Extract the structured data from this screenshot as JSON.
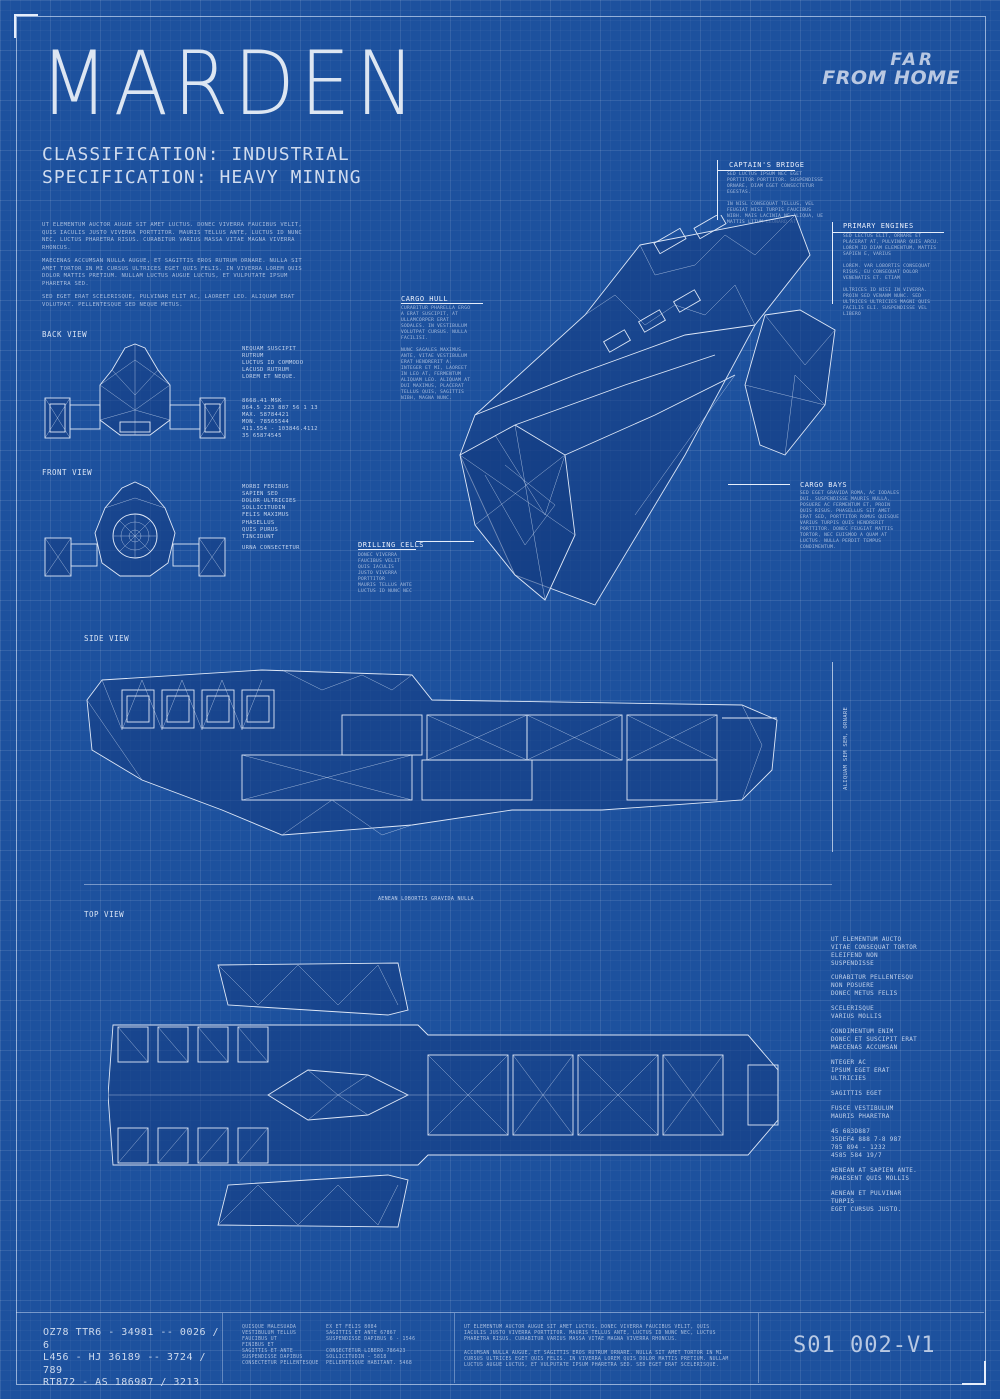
{
  "header": {
    "title": "MARDEN",
    "classification": "CLASSIFICATION: INDUSTRIAL",
    "specification": "SPECIFICATION: HEAVY MINING"
  },
  "logo": {
    "line1": "FAR",
    "line2": "FROM HOME"
  },
  "intro": {
    "p1": "UT ELEMENTUM AUCTOR AUGUE SIT AMET LUCTUS. DONEC VIVERRA FAUCIBUS VELIT, QUIS IACULIS JUSTO VIVERRA PORTTITOR. MAURIS TELLUS ANTE, LUCTUS ID NUNC NEC, LUCTUS PHARETRA RISUS. CURABITUR VARIUS MASSA VITAE MAGNA VIVERRA RHONCUS.",
    "p2": "MAECENAS ACCUMSAN NULLA AUGUE, ET SAGITTIS EROS RUTRUM ORNARE. NULLA SIT AMET TORTOR IN MI CURSUS ULTRICES EGET QUIS FELIS. IN VIVERRA LOREM QUIS DOLOR MATTIS PRETIUM. NULLAM LUCTUS AUGUE LUCTUS, ET VULPUTATE IPSUM PHARETRA SED.",
    "p3": "SED EGET ERAT SCELERISQUE, PULVINAR ELIT AC, LAOREET LEO. ALIQUAM ERAT VOLUTPAT. PELLENTESQUE SED NEQUE METUS."
  },
  "views": {
    "back": "BACK VIEW",
    "front": "FRONT VIEW",
    "side": "SIDE VIEW",
    "top": "TOP VIEW"
  },
  "back_notes": {
    "a": "NEQUAM SUSCIPIT\nRUTRUM\nLUCTUS ID COMMODO\nLACUSD RUTRUM\nLOREM ET NEQUE.",
    "b": "8668.41 MSK\n864.5 223 887 56 1 13\nMAX. 58784421\nMON. 78565544\n411.554 - 103846.4112\n35 65874545"
  },
  "front_notes": {
    "a": "MORBI FERIBUS\nSAPIEN SED\nDOLOR ULTRICIES\nSOLLICITUDIN\nFELIS MAXIMUS",
    "b": "PHASELLUS\nQUIS PURUS\nTINCIDUNT",
    "c": "URNA CONSECTETUR"
  },
  "callouts": {
    "bridge": {
      "label": "CAPTAIN'S BRIDGE",
      "text": "SED LUCTUS IPSUM NEC EGET PORTTITOR PORTTITOR. SUSPENDISSE ORNARE, DIAM EGET CONSECTETUR EGESTAS.\n\nIN NISL CONSEQUAT TELLUS, VEL FEUGIAT NISI TURPIS FAUCIBUS NIBH. MAIS LACINIA NE ALIQUA, UE MATTIS LITUM LEONARD AT."
    },
    "engines": {
      "label": "PRIMARY ENGINES",
      "text": "SED LECTUS ELIT, ORNARE ET PLACERAT AT, PULVINAR QUIS ARCU. LOREM ID DIAM ELEMENTUM, MATTIS SAPIEN E, VARIUS\n\nLOREM. VAR LOBORTIS CONSEQUAT RISUS, EU CONSEQUAT DOLOR VENENATIS ET. ETIAM\n\nULTRICES ID NISI IN VIVERRA. PROIN SED VENANM NUNC. SED ULTRICES ULTRICIES MAGNI QUIS FACILIS ELI. SUSPENDISSE VEL LIBERO"
    },
    "cargo_hull": {
      "label": "CARGO HULL",
      "text": "CURABITUR PHARELLA ERGO A ERAT SUSCIPIT, AT ULLAMCORPER ERAT SODALES. IN VESTIBULUM VOLUTPAT CURSUS. NULLA FACILISI.\n\nNUNC SAGALES MAXIMUS ANTE, VITAE VESTIBULUM ERAT HENDRERIT A. INTEGER ET MI, LAOREET IN LEO AT, FERMENTUM ALIQUAM LEO. ALIQUAM AT DUI MAXIMUS, PLACERAT TELLUS QUIS, SAGITTIS NIBH, MAGNA NUNC."
    },
    "cargo_bays": {
      "label": "CARGO BAYS",
      "text": "SED EGET GRAVIDA ROMA, AC IODALES DUI. SUSPENDISSE MAURIS NULLA, POSUERE AC FERMENTUM ET, PROIN QUIS RISUS. PHASELLUS SIT AMET ERAT SED, PORTTITOR ROMUS QUISQUE VARIUS TURPIS QUIS HENDRERIT PORTTITOR. DONEC FEUGIAT MATTIS TORTOR, NEC EUISMOD A QUAM AT LUCTUS. NULLA PERDIT TEMPUS CONDIMENTUM."
    },
    "drilling": {
      "label": "DRILLING CELLS",
      "text": "DONEC VIVERRA\nFAUCIBUS VELIT\nQUIS IACULIS\nJUSTO VIVERRA\nPORTTITOR\nMAURIS TELLUS ANTE\nLUCTUS ID NUNC NEC"
    }
  },
  "side_vertical_note": "ALIQUAM SEM SEM, ORNARE",
  "center_caption": "AENEAN LOBORTIS GRAVIDA NULLA",
  "right_notes": [
    "UT ELEMENTUM AUCTO\nVITAE CONSEQUAT TORTOR\nELEIFEND NON\nSUSPENDISSE",
    " CURABITUR PELLENTESQU\nNON POSUERE\nDONEC METUS FELIS",
    "SCELERISQUE\nVARIUS MOLLIS",
    "CONDIMENTUM ENIM\nDONEC ET SUSCIPIT ERAT\nMAECENAS ACCUMSAN",
    "NTEGER AC\nIPSUM EGET ERAT\nULTRICIES",
    "SAGITTIS EGET",
    "FUSCE VESTIBULUM\nMAURIS PHARETRA",
    "45 683D887\n35DEF4 888 7-8 987\n785 894 - 1232\n4585 584 19/7",
    "AENEAN AT SAPIEN ANTE.\nPRAESENT QUIS MOLLIS",
    "AENEAN ET PULVINAR\nTURPIS\nEGET CURSUS JUSTO."
  ],
  "footer": {
    "codes": [
      "OZ78 TTR6 - 34981 -- 0026 / 6",
      "L456 - HJ 36189 -- 3724 / 789",
      "RT872 - AS 186987 / 3213"
    ],
    "col2a": "QUISQUE MALESUADA\nVESTIBULUM TELLUS\nFAUCIBUS UT\nFINIBUS ET\nSAGITTIS ET ANTE\nSUSPENDISSE DAPIBUS\nCONSECTETUR PELLENTESQUE",
    "col2b": "EX ET FELIS 8084\nSAGITTIS ET ANTE 67867\nSUSPENDISSE DAPIBUS 6 - 1546\n\nCONSECTETUR LIBERO 786423\nSOLLICITUDIN - 5818\nPELLENTESQUE HABITANT. 5468",
    "col3a": "UT ELEMENTUM AUCTOR AUGUE SIT AMET LUCTUS. DONEC VIVERRA FAUCIBUS VELIT, QUIS IACULIS JUSTO VIVERRA PORTTITOR. MAURIS TELLUS ANTE, LUCTUS ID NUNC NEC, LUCTUS PHARETRA RISUS. CURABITUR VARIUS MASSA VITAE MAGNA VIVERRA RHONCUS.",
    "col3b": "ACCUMSAN NULLA AUGUE, ET SAGITTIS EROS RUTRUM ORNARE. NULLA SIT AMET TORTOR IN MI CURSUS ULTRICES EGET QUIS FELIS. IN VIVERRA LOREM QUIS DOLOR MATTIS PRETIUM. NULLAM LUCTUS AUGUE LUCTUS, ET VULPUTATE IPSUM PHARETRA SED. SED EGET ERAT SCELERISQUE.",
    "version": "S01 002-V1"
  },
  "colors": {
    "background": "#1d519e",
    "line": "#dfe8f7",
    "text": "#d7e3f5"
  }
}
